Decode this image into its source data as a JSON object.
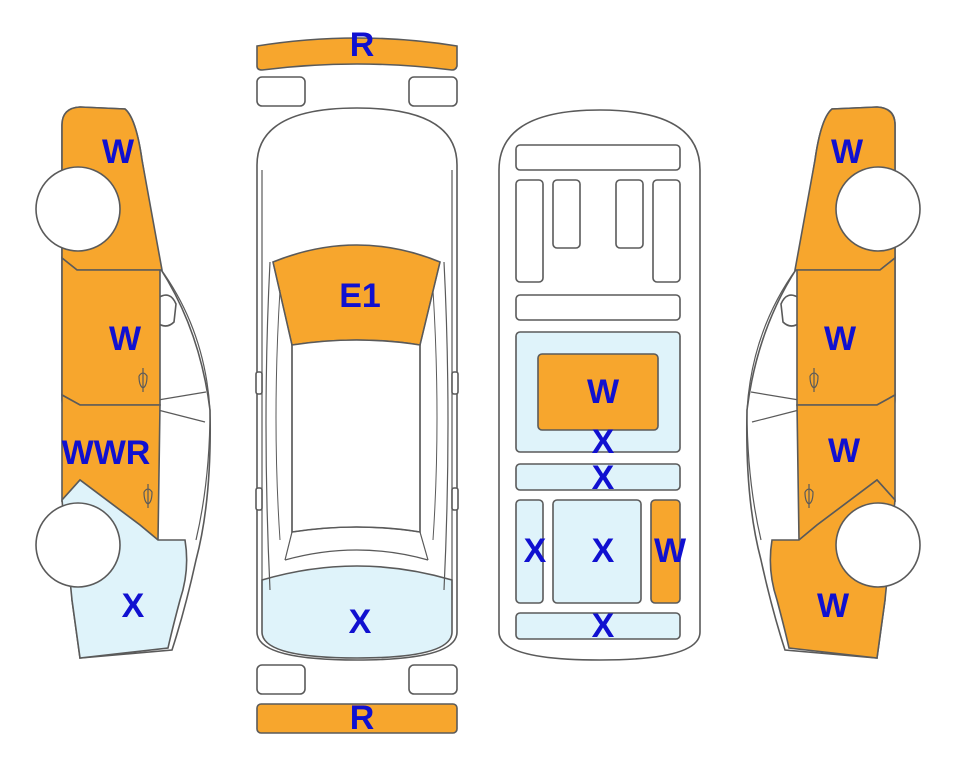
{
  "colors": {
    "damaged": "#F7A62D",
    "marked": "#DFF3FA",
    "outline": "#5a5a5a",
    "label": "#1010D0",
    "body": "#ffffff"
  },
  "labels": {
    "front_bumper": "R",
    "rear_bumper": "R",
    "hood": "E1",
    "rear_panel": "X",
    "floor_center": "W",
    "floor_mid": "X",
    "floor_strip": "X",
    "floor_left": "X",
    "floor_box": "X",
    "floor_right": "W",
    "floor_bottom": "X",
    "left_fender": "W",
    "left_front_door": "W",
    "left_rear_door": "WWR",
    "left_rear_quarter": "X",
    "right_fender": "W",
    "right_front_door": "W",
    "right_rear_door": "W",
    "right_rear_quarter": "W"
  }
}
